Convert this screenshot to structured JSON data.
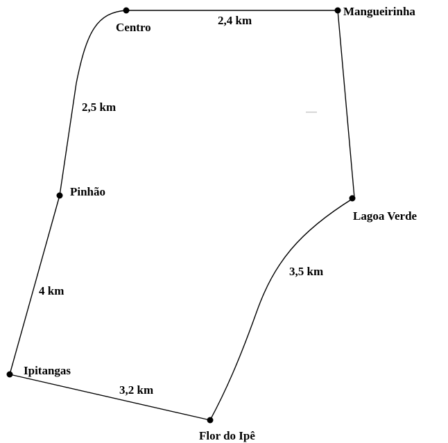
{
  "towns": {
    "centro": "Centro",
    "mangueirinha": "Mangueirinha",
    "lagoa_verde": "Lagoa Verde",
    "pinhao": "Pinhão",
    "ipitangas": "Ipitangas",
    "flor_do_ipe": "Flor do Ipê"
  },
  "distances": {
    "centro_mangueirinha": "2,4 km",
    "centro_pinhao": "2,5 km",
    "pinhao_ipitangas": "4 km",
    "ipitangas_flor_do_ipe": "3,2 km",
    "flor_do_ipe_lagoa_verde": "3,5 km"
  }
}
